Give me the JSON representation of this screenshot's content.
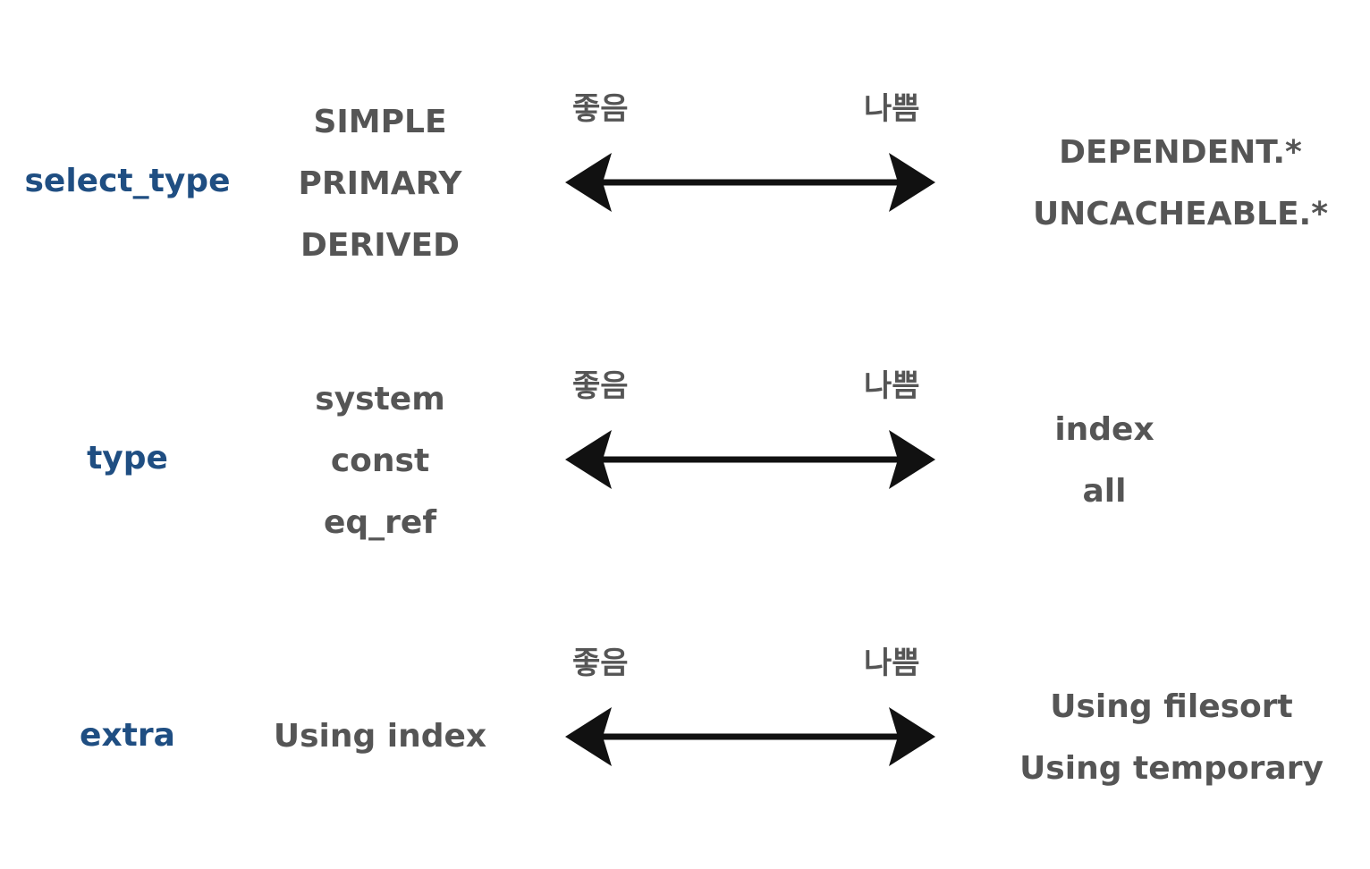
{
  "scale_labels": {
    "good": "좋음",
    "bad": "나쁨"
  },
  "rows": [
    {
      "category": "select_type",
      "good": [
        "SIMPLE",
        "PRIMARY",
        "DERIVED"
      ],
      "bad": [
        "DEPENDENT.*",
        "UNCACHEABLE.*"
      ]
    },
    {
      "category": "type",
      "good": [
        "system",
        "const",
        "eq_ref"
      ],
      "bad": [
        "index",
        "all"
      ]
    },
    {
      "category": "extra",
      "good": [
        "Using index"
      ],
      "bad": [
        "Using filesort",
        "Using temporary"
      ]
    }
  ],
  "colors": {
    "category": "#1f4e82",
    "text": "#555555",
    "arrow": "#111111"
  }
}
